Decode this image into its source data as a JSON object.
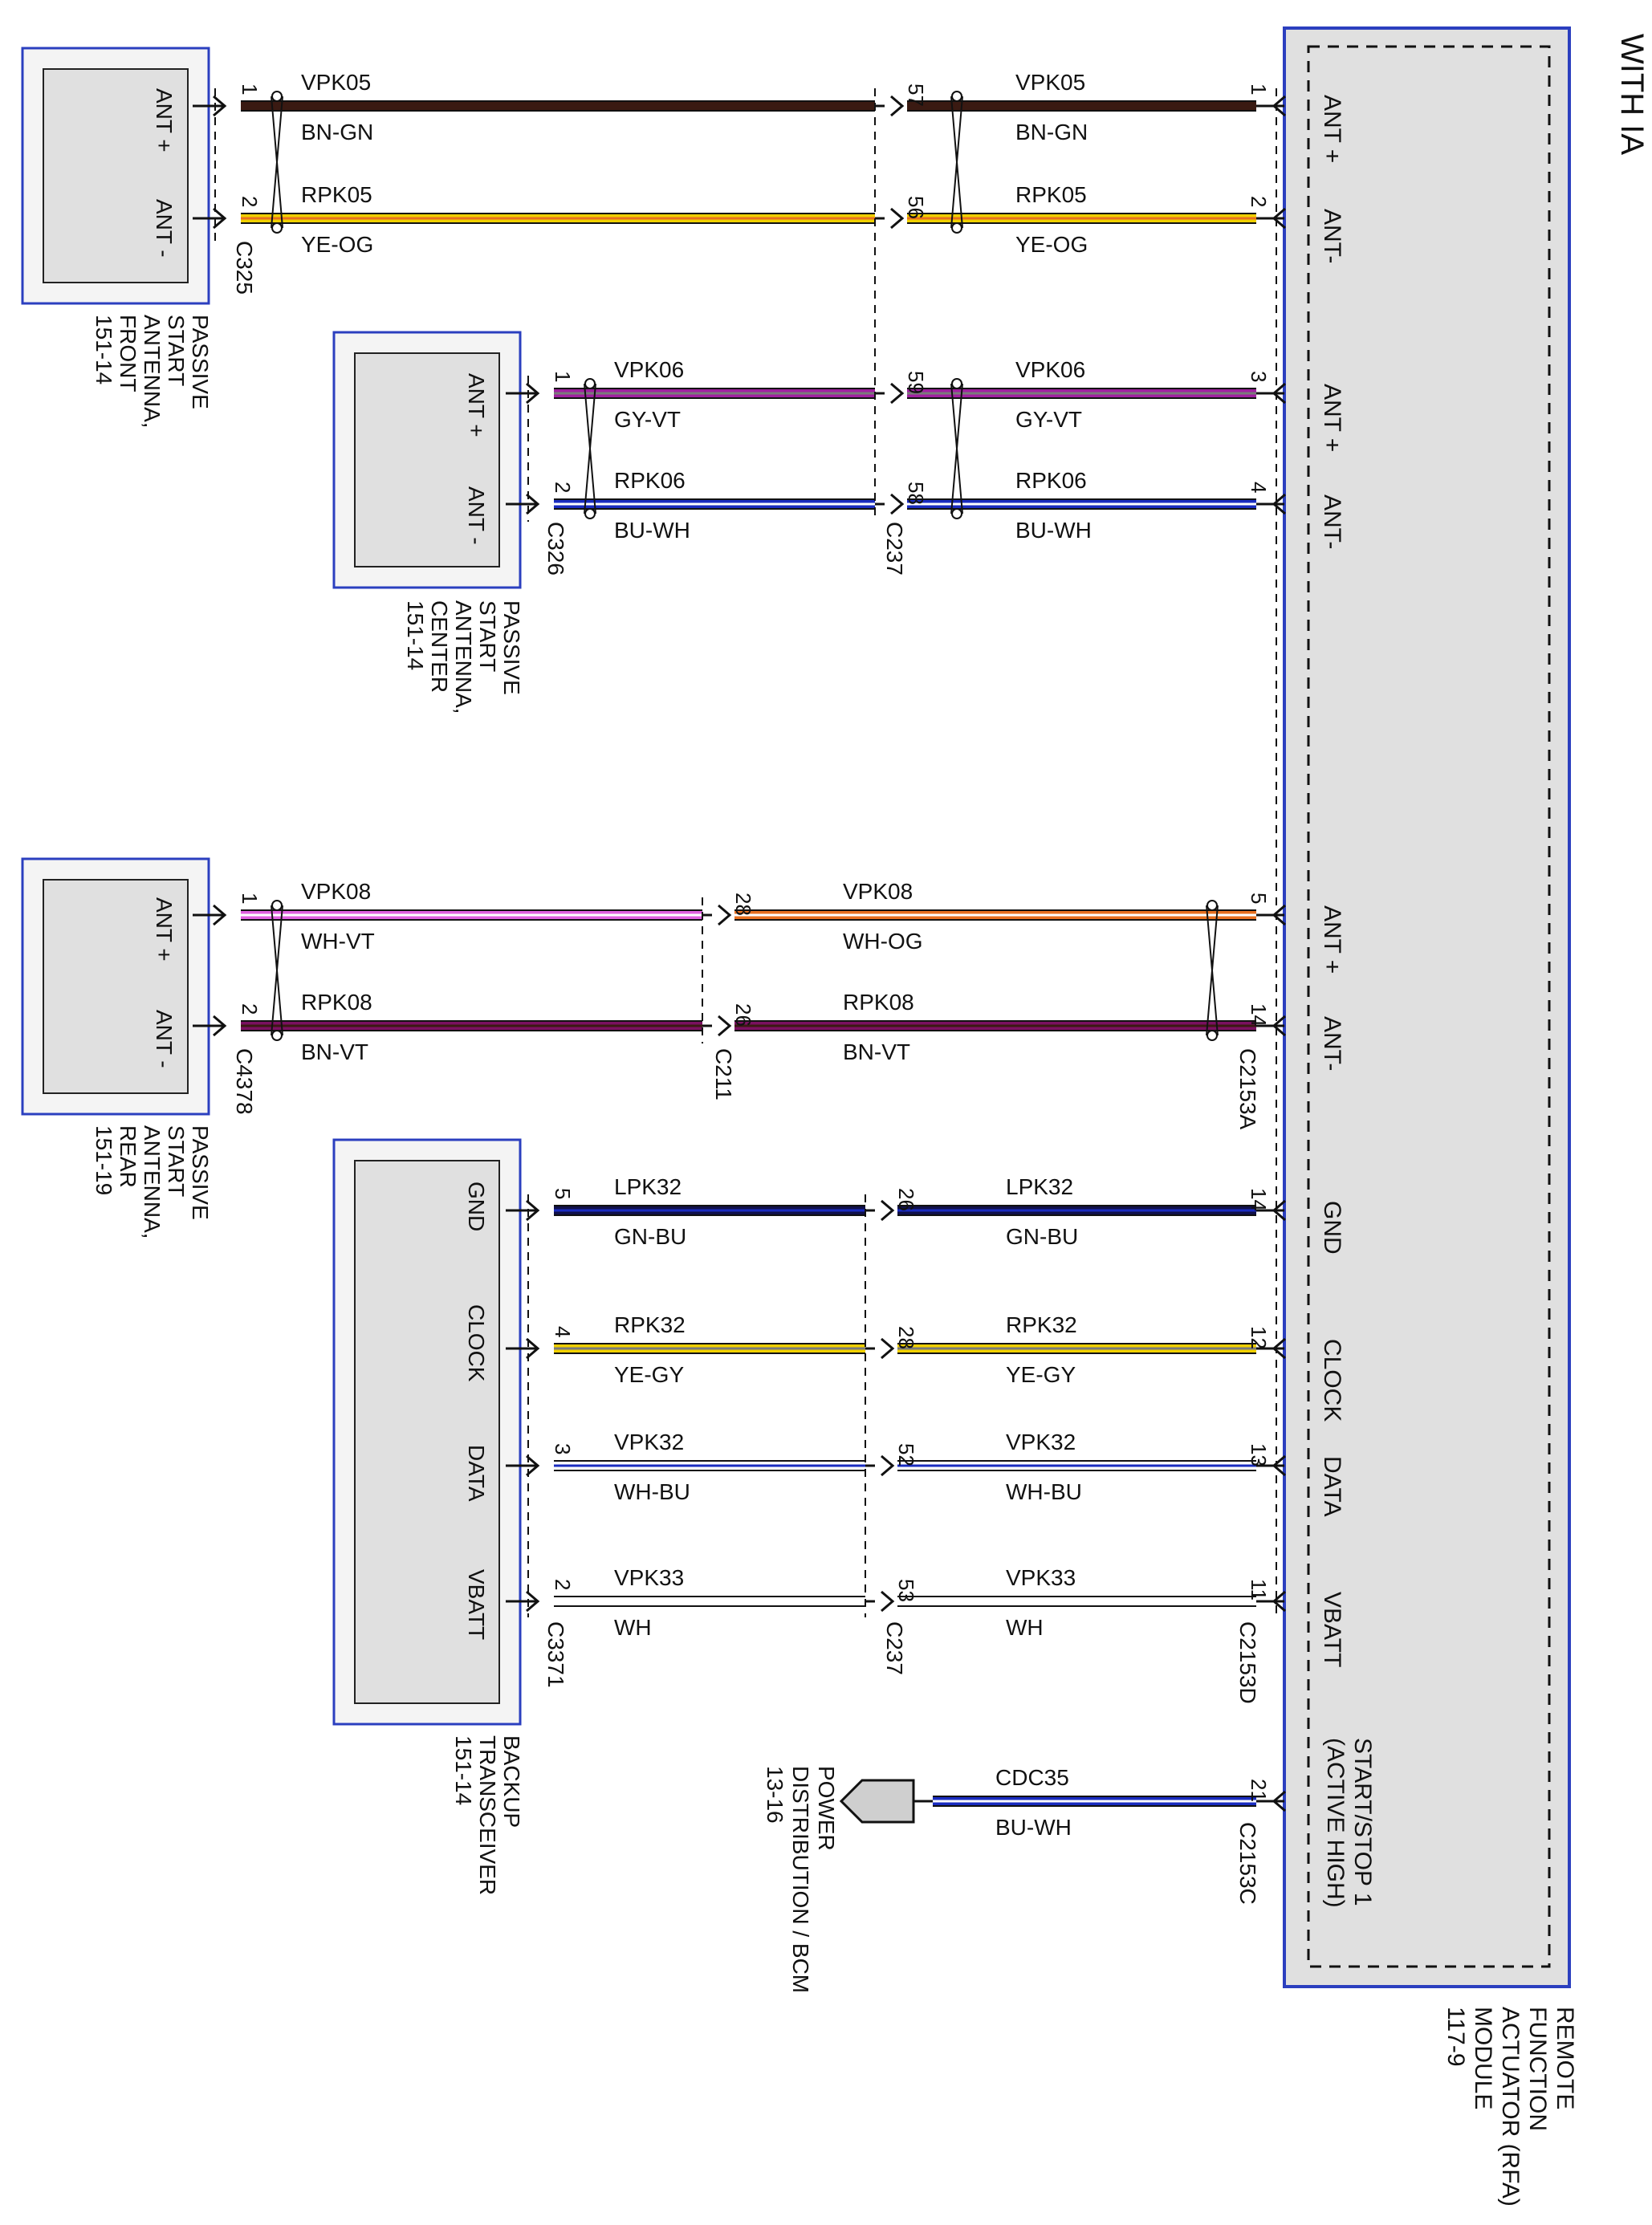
{
  "header": {
    "variant": "WITH IA"
  },
  "rfa_module": {
    "name_lines": [
      "REMOTE",
      "FUNCTION",
      "ACTUATOR (RFA)",
      "MODULE",
      "117-9"
    ],
    "pins": [
      "ANT +",
      "ANT-",
      "ANT +",
      "ANT-",
      "ANT +",
      "ANT-",
      "GND",
      "CLOCK",
      "DATA",
      "VBATT"
    ],
    "start_stop_lines": [
      "START/STOP 1",
      "(ACTIVE HIGH)"
    ]
  },
  "components": {
    "antenna_front": {
      "name_lines": [
        "PASSIVE",
        "START",
        "ANTENNA,",
        "FRONT",
        "151-14"
      ],
      "pins": [
        "ANT +",
        "ANT -"
      ]
    },
    "antenna_center": {
      "name_lines": [
        "PASSIVE",
        "START",
        "ANTENNA,",
        "CENTER",
        "151-14"
      ],
      "pins": [
        "ANT +",
        "ANT -"
      ]
    },
    "antenna_rear": {
      "name_lines": [
        "PASSIVE",
        "START",
        "ANTENNA,",
        "REAR",
        "151-19"
      ],
      "pins": [
        "ANT +",
        "ANT -"
      ]
    },
    "backup_transceiver": {
      "name_lines": [
        "BACKUP",
        "TRANSCEIVER",
        "151-14"
      ],
      "pins": [
        "GND",
        "CLOCK",
        "DATA",
        "VBATT"
      ]
    },
    "power_distribution": {
      "name_lines": [
        "POWER",
        "DISTRIBUTION / BCM",
        "13-16"
      ]
    }
  },
  "connectors": [
    "C325",
    "C326",
    "C237",
    "C4378",
    "C211",
    "C2153A",
    "C3371",
    "C237",
    "C2153D",
    "C2153C"
  ],
  "pin_numbers": {
    "front": [
      "1",
      "2",
      "57",
      "56",
      "1",
      "2"
    ],
    "center": [
      "1",
      "2",
      "59",
      "58",
      "3",
      "4"
    ],
    "rear": [
      "1",
      "2",
      "28",
      "26",
      "5",
      "14"
    ],
    "transceiver": [
      "5",
      "4",
      "3",
      "2",
      "26",
      "28",
      "52",
      "53",
      "14",
      "12",
      "13",
      "11"
    ],
    "start_stop": [
      "21"
    ]
  },
  "wire_labels": [
    "VPK05",
    "BN-GN",
    "RPK05",
    "YE-OG",
    "VPK05",
    "BN-GN",
    "RPK05",
    "YE-OG",
    "VPK06",
    "GY-VT",
    "RPK06",
    "BU-WH",
    "VPK06",
    "GY-VT",
    "RPK06",
    "BU-WH",
    "VPK08",
    "WH-VT",
    "RPK08",
    "BN-VT",
    "VPK08",
    "WH-OG",
    "RPK08",
    "BN-VT",
    "LPK32",
    "GN-BU",
    "RPK32",
    "YE-GY",
    "VPK32",
    "WH-BU",
    "VPK33",
    "WH",
    "LPK32",
    "GN-BU",
    "RPK32",
    "YE-GY",
    "VPK32",
    "WH-BU",
    "VPK33",
    "WH",
    "CDC35",
    "BU-WH"
  ],
  "colors": {
    "box_border": "#2b3fbf",
    "box_fill": "#e0e0e0",
    "brown": "#3a1a12",
    "yellow": "#f0d000",
    "orange": "#e87020",
    "violet": "#a020a0",
    "blue": "#1a2cc0",
    "gray": "#7a7a7a",
    "green": "#1a7a3a",
    "pink": "#e060e0",
    "dark_blue": "#10104a",
    "plum": "#7a1060"
  }
}
